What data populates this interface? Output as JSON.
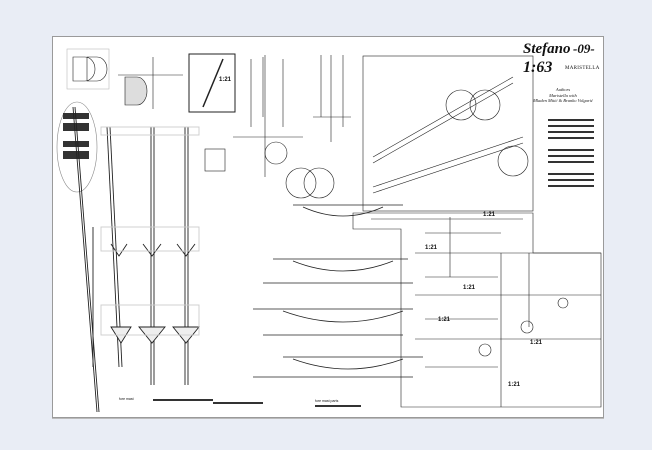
{
  "title": {
    "model_name": "Stefano",
    "sheet_number": "-09-",
    "scale": "1:63",
    "brand": "MARISTELLA",
    "authors_heading": "Authors",
    "authors_line1": "Maristella with",
    "authors_line2": "Mladen Mitić & Branko Volgarić"
  },
  "detail_scale_labels": [
    "1:21",
    "1:21",
    "1:21",
    "1:21",
    "1:21",
    "1:21",
    "1:21"
  ],
  "legend": {
    "fore_mast_note": "fore mast",
    "fore_mast_parts_note": "fore mast parts"
  },
  "colors": {
    "background": "#e9edf5",
    "sheet": "#ffffff",
    "ink": "#111111"
  }
}
